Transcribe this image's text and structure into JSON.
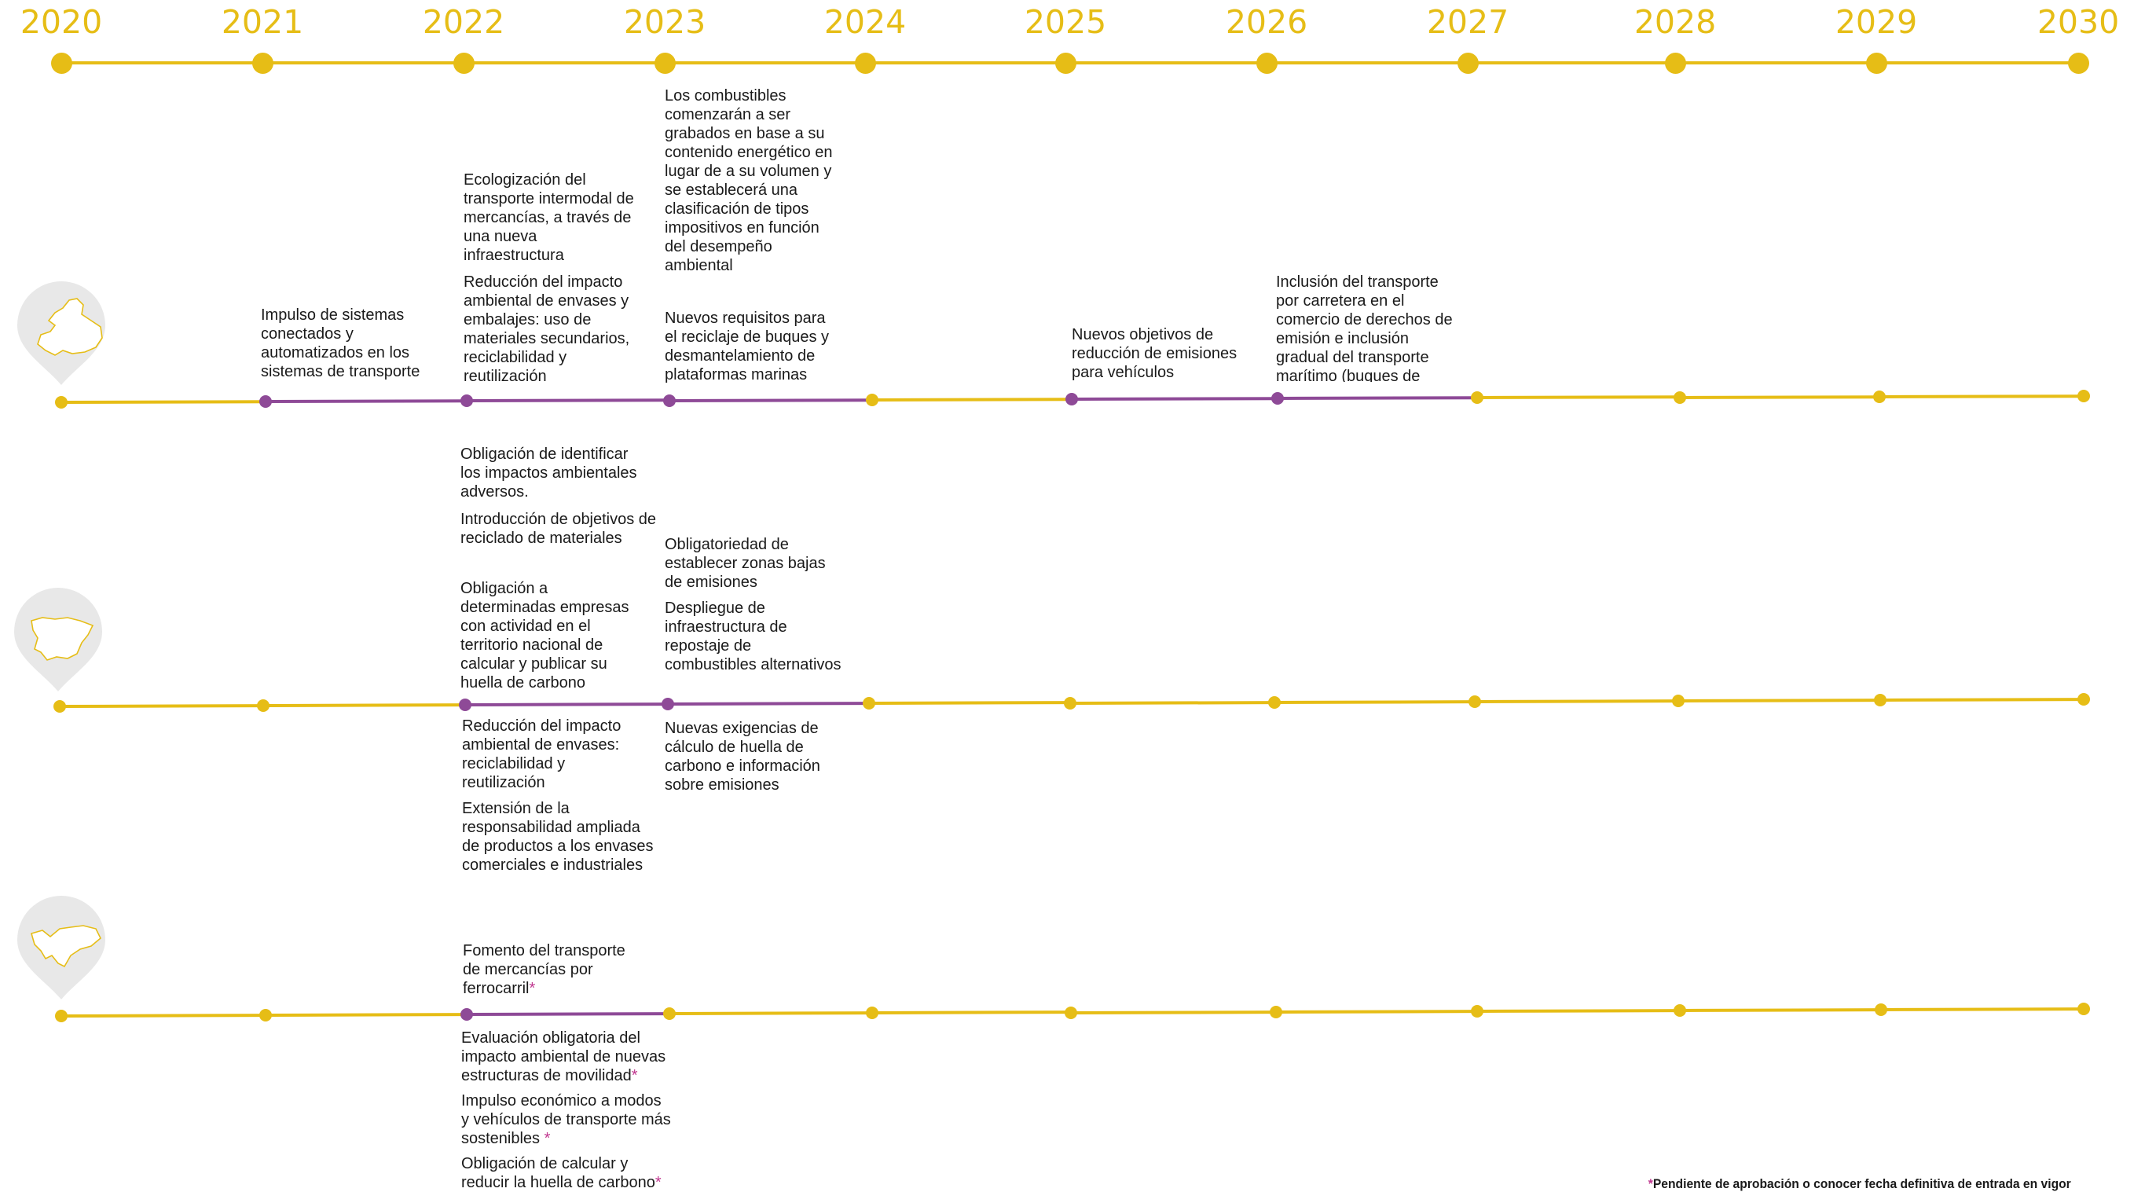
{
  "years": [
    "2020",
    "2021",
    "2022",
    "2023",
    "2024",
    "2025",
    "2026",
    "2027",
    "2028",
    "2029",
    "2030"
  ],
  "colors": {
    "accent": "#e6bd16",
    "highlight": "#8e4a97",
    "asterisk": "#c0378f",
    "pin": "#e8e8e8"
  },
  "rows": [
    {
      "region_icon": "europe-map-pin-icon",
      "highlighted_years": [
        "2021",
        "2022",
        "2023",
        "2025",
        "2026"
      ],
      "notes": [
        {
          "text": "Impulso de sistemas conectados y automatizados en los sistemas de transporte",
          "pending": false
        },
        {
          "text": "Ecologización del transporte intermodal de mercancías, a través de una nueva infraestructura",
          "pending": false
        },
        {
          "text": "Reducción del impacto ambiental de envases y embalajes: uso de materiales secundarios, reciclabilidad y reutilización",
          "pending": false
        },
        {
          "text": "Los combustibles comenzarán a ser grabados en base a su contenido energético en lugar de a su volumen y se establecerá una clasificación de tipos impositivos en función del desempeño ambiental",
          "pending": false
        },
        {
          "text": "Nuevos requisitos para el reciclaje de buques y desmantelamiento de plataformas marinas",
          "pending": false
        },
        {
          "text": "Nuevos objetivos de reducción de emisiones para vehículos",
          "pending": false
        },
        {
          "text": "Inclusión del transporte por carretera en el comercio de derechos de emisión e inclusión gradual del transporte marítimo (buques de",
          "pending": false
        }
      ]
    },
    {
      "region_icon": "spain-map-pin-icon",
      "highlighted_years": [
        "2022",
        "2023"
      ],
      "notes": [
        {
          "text": "Obligación de identificar los impactos ambientales adversos.",
          "pending": false
        },
        {
          "text": "Introducción de objetivos de reciclado de materiales",
          "pending": false
        },
        {
          "text": "Obligación a determinadas empresas con actividad en el territorio nacional de calcular y publicar su huella de carbono",
          "pending": false
        },
        {
          "text": "Reducción del impacto ambiental de envases: reciclabilidad y reutilización",
          "pending": false
        },
        {
          "text": "Extensión de la responsabilidad ampliada de productos a los envases comerciales e industriales",
          "pending": false
        },
        {
          "text": "Obligatoriedad de establecer zonas bajas de emisiones",
          "pending": false
        },
        {
          "text": "Despliegue de infraestructura de repostaje de combustibles alternativos",
          "pending": false
        },
        {
          "text": "Nuevas exigencias de cálculo de huella de carbono e información sobre emisiones",
          "pending": false
        }
      ]
    },
    {
      "region_icon": "andalusia-map-pin-icon",
      "highlighted_years": [
        "2022"
      ],
      "notes": [
        {
          "text": "Fomento del transporte de mercancías por ferrocarril",
          "pending": true
        },
        {
          "text": "Evaluación obligatoria del impacto ambiental de nuevas estructuras de movilidad",
          "pending": true
        },
        {
          "text": "Impulso económico a modos y vehículos de transporte más sostenibles ",
          "pending": true
        },
        {
          "text": "Obligación de calcular y reducir la huella de carbono",
          "pending": true
        }
      ]
    }
  ],
  "footnote": {
    "marker": "*",
    "text": "Pendiente de aprobación o conocer fecha definitiva de entrada en vigor"
  }
}
